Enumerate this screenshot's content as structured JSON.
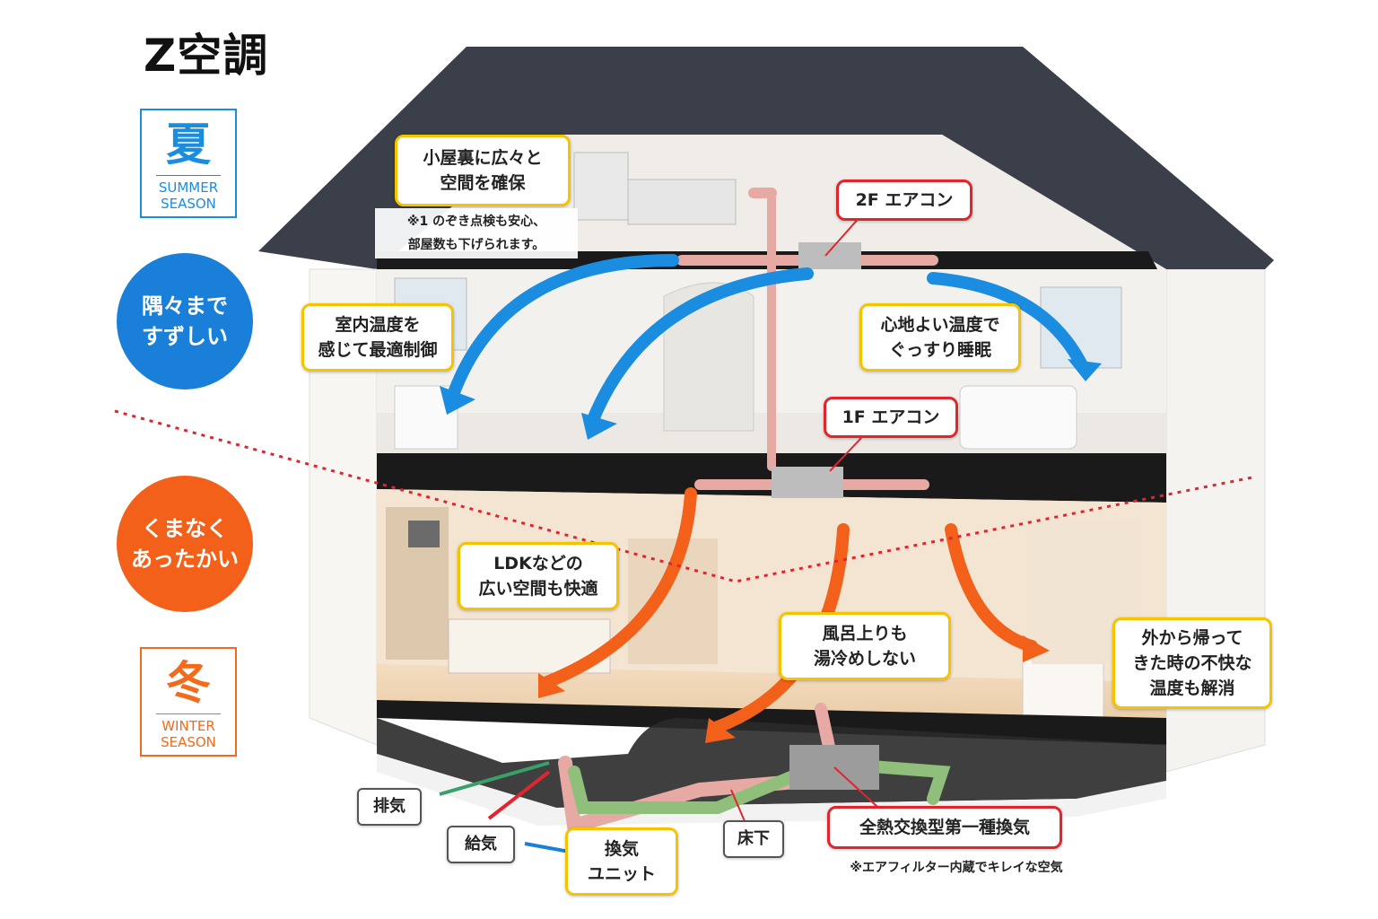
{
  "title": "Z空調",
  "summer": {
    "kanji": "夏",
    "en_line1": "SUMMER",
    "en_line2": "SEASON"
  },
  "winter": {
    "kanji": "冬",
    "en_line1": "WINTER",
    "en_line2": "SEASON"
  },
  "badges": {
    "cool": "隅々まで\nすずしい",
    "warm": "くまなく\nあったかい"
  },
  "callouts": {
    "attic": "小屋裏に広々と\n空間を確保",
    "attic_note": "※1 のぞき点検も安心、\n部屋数も下げられます。",
    "ac_2f": "2F エアコン",
    "indoor_temp": "室内温度を\n感じて最適制御",
    "sleep": "心地よい温度で\nぐっすり睡眠",
    "ac_1f": "1F エアコン",
    "ldk": "LDKなどの\n広い空間も快適",
    "bath": "風呂上りも\n湯冷めしない",
    "outside": "外から帰って\nきた時の不快な\n温度も解消",
    "exhaust": "排気",
    "supply": "給気",
    "unit": "換気\nユニット",
    "underfloor": "床下",
    "ventilation": "全熱交換型第一種換気",
    "filter_note": "※エアフィルター内蔵でキレイな空気"
  },
  "colors": {
    "summer_blue": "#1a8de0",
    "winter_orange": "#f26a1b",
    "callout_yellow": "#f5c400",
    "callout_red": "#e0252e",
    "roof": "#3a3f4a"
  }
}
